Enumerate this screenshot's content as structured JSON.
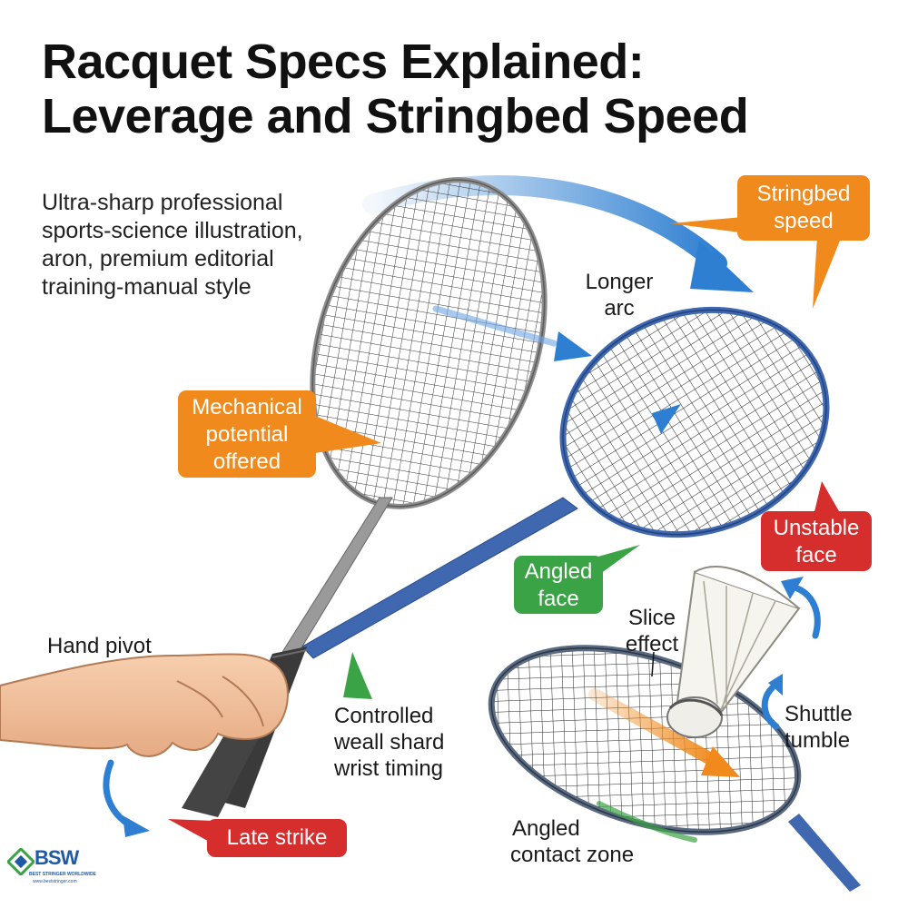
{
  "title": {
    "line1": "Racquet Specs Explained:",
    "line2": "Leverage and Stringbed Speed"
  },
  "subtitle": {
    "line1": "Ultra-sharp professional",
    "line2": "sports-science illustration,",
    "line3": "aron, premium editorial",
    "line4": "training-manual style"
  },
  "callouts": {
    "stringbed_speed": {
      "line1": "Stringbed",
      "line2": "speed"
    },
    "mechanical_potential": {
      "line1": "Mechanical",
      "line2": "potential",
      "line3": "offered"
    },
    "unstable_face": {
      "line1": "Unstable",
      "line2": "face"
    },
    "angled_face": {
      "line1": "Angled",
      "line2": "face"
    },
    "late_strike": {
      "line1": "Late strike"
    }
  },
  "labels": {
    "longer_arc": {
      "line1": "Longer",
      "line2": "arc"
    },
    "hand_pivot": {
      "line1": "Hand pivot"
    },
    "slice_effect": {
      "line1": "Slice",
      "line2": "effect"
    },
    "shuttle_tumble": {
      "line1": "Shuttle",
      "line2": "tumble"
    },
    "controlled": {
      "line1": "Controlled",
      "line2": "weall shard",
      "line3": "wrist timing"
    },
    "angled_contact": {
      "line1": "Angled",
      "line2": "contact zone"
    }
  },
  "logo": {
    "text": "BSW",
    "tagline": "BEST STRINGER WORLDWIDE",
    "url": "www.beststringer.com"
  },
  "colors": {
    "orange": "#f08a1c",
    "red": "#d62d2d",
    "green": "#3aa345",
    "blue_arrow": "#2e7fd1",
    "blue_racquet": "#3f68b0",
    "gray_racquet": "#8d8d8d"
  }
}
